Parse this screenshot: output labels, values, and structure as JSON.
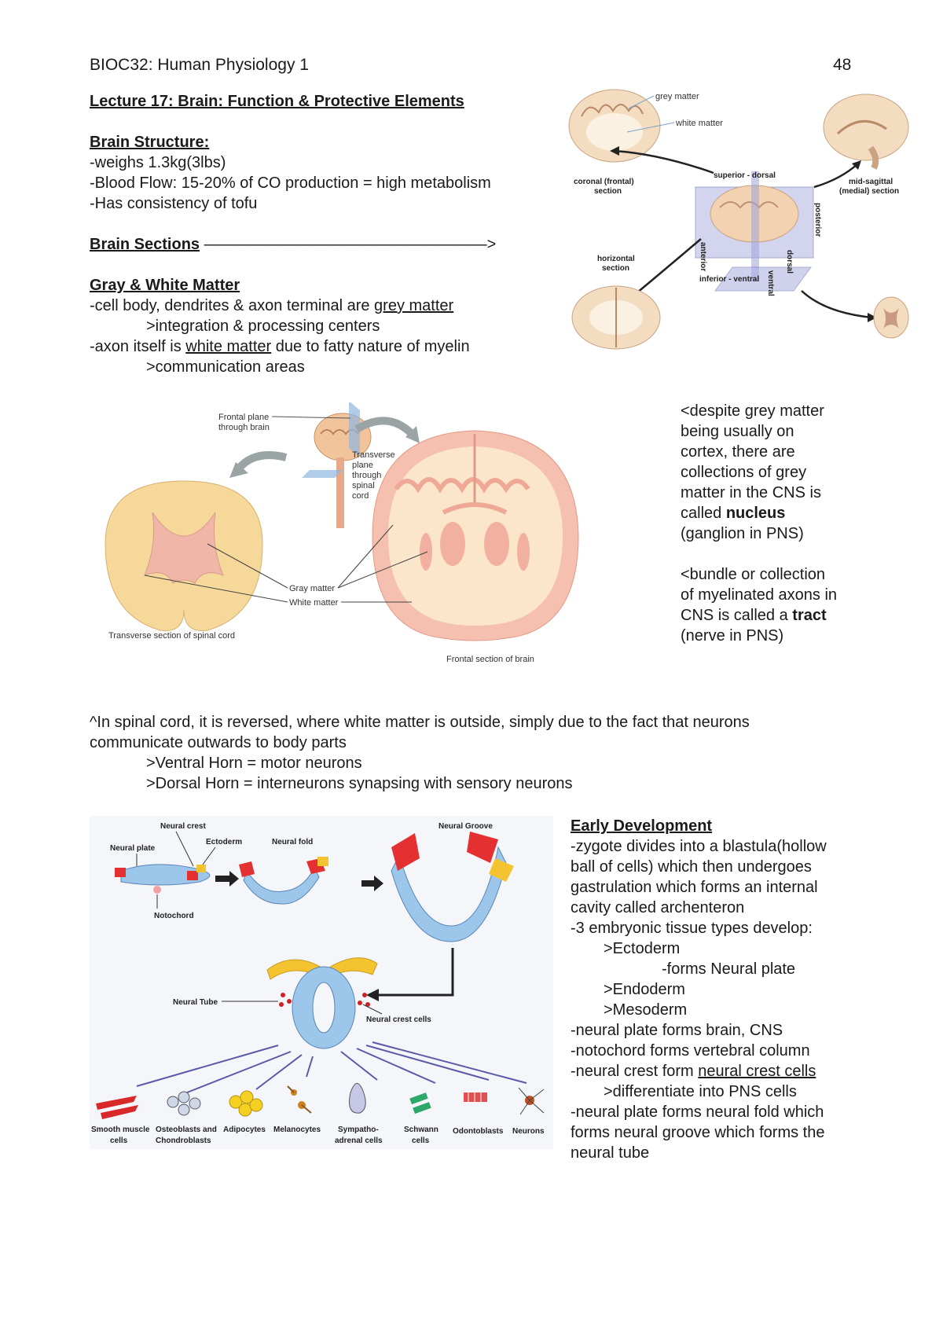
{
  "header": {
    "course": "BIOC32: Human Physiology 1",
    "page_number": "48"
  },
  "lecture_title": "Lecture 17: Brain: Function & Protective Elements",
  "brain_structure": {
    "heading": "Brain Structure:",
    "lines": [
      "-weighs 1.3kg(3lbs)",
      "-Blood Flow: 15-20% of CO production = high metabolism",
      "-Has consistency of tofu"
    ]
  },
  "brain_sections": {
    "heading": "Brain Sections",
    "arrow": " ——————————————————>"
  },
  "gray_white": {
    "heading": "Gray & White Matter",
    "line1_pre": "-cell body, dendrites & axon terminal are ",
    "line1_u": "grey matter",
    "line2": ">integration & processing centers",
    "line3_pre": "-axon itself is ",
    "line3_u": "white matter",
    "line3_post": " due to fatty nature of myelin",
    "line4": ">communication areas"
  },
  "sections_figure": {
    "grey_matter": "grey matter",
    "white_matter": "white matter",
    "coronal1": "coronal (frontal)",
    "coronal2": "section",
    "superior": "superior - dorsal",
    "mid1": "mid-sagittal",
    "mid2": "(medial) section",
    "anterior": "anterior",
    "posterior": "posterior",
    "horizontal1": "horizontal",
    "horizontal2": "section",
    "inferior": "inferior - ventral",
    "ventral": "ventral",
    "dorsal": "dorsal"
  },
  "matter_figure": {
    "frontal_plane1": "Frontal plane",
    "frontal_plane2": "through brain",
    "transverse1": "Transverse",
    "transverse2": "plane",
    "transverse3": "through",
    "transverse4": "spinal",
    "transverse5": "cord",
    "gray_matter": "Gray matter",
    "white_matter": "White matter",
    "spinal_caption": "Transverse section of spinal cord",
    "brain_caption": "Frontal section of brain"
  },
  "side_notes": {
    "nucleus_lines": [
      "<despite grey matter",
      "being usually on",
      "cortex, there are",
      "collections of grey",
      "matter in the CNS is"
    ],
    "nucleus_pre": "called ",
    "nucleus_bold": "nucleus",
    "nucleus_post": "(ganglion in PNS)",
    "tract_lines": [
      "<bundle or collection",
      "of myelinated axons in"
    ],
    "tract_pre": "CNS is called a ",
    "tract_bold": "tract",
    "tract_post": "(nerve in PNS)"
  },
  "spinal_note": {
    "line1": "^In spinal cord, it is reversed, where white matter is outside, simply due to the fact that neurons",
    "line2": "communicate outwards to body parts",
    "line3": ">Ventral Horn = motor neurons",
    "line4": ">Dorsal Horn = interneurons synapsing with sensory neurons"
  },
  "dev_figure": {
    "neural_crest": "Neural crest",
    "neural_plate": "Neural plate",
    "ectoderm": "Ectoderm",
    "neural_fold": "Neural fold",
    "neural_groove": "Neural Groove",
    "notochord": "Notochord",
    "neural_tube": "Neural Tube",
    "neural_crest_cells": "Neural crest cells",
    "cells": [
      {
        "l1": "Smooth muscle",
        "l2": "cells"
      },
      {
        "l1": "Osteoblasts and",
        "l2": "Chondroblasts"
      },
      {
        "l1": "Adipocytes",
        "l2": ""
      },
      {
        "l1": "Melanocytes",
        "l2": ""
      },
      {
        "l1": "Sympatho-",
        "l2": "adrenal cells"
      },
      {
        "l1": "Schwann",
        "l2": "cells"
      },
      {
        "l1": "Odontoblasts",
        "l2": ""
      },
      {
        "l1": "Neurons",
        "l2": ""
      }
    ]
  },
  "early_dev": {
    "heading": "Early Development",
    "l1": "-zygote divides into a blastula(hollow",
    "l2": "ball of cells) which then undergoes",
    "l3": "gastrulation which forms an internal",
    "l4": "cavity called archenteron",
    "l5": "-3 embryonic tissue types develop:",
    "l6": ">Ectoderm",
    "l7": "-forms Neural plate",
    "l8": ">Endoderm",
    "l9": ">Mesoderm",
    "l10": "-neural plate forms brain, CNS",
    "l11": "-notochord forms vertebral column",
    "l12_pre": "-neural crest form ",
    "l12_u": "neural crest cells",
    "l13": ">differentiate into PNS cells",
    "l14": "-neural plate forms neural fold which",
    "l15": "forms neural groove which forms the",
    "l16": "neural tube"
  }
}
